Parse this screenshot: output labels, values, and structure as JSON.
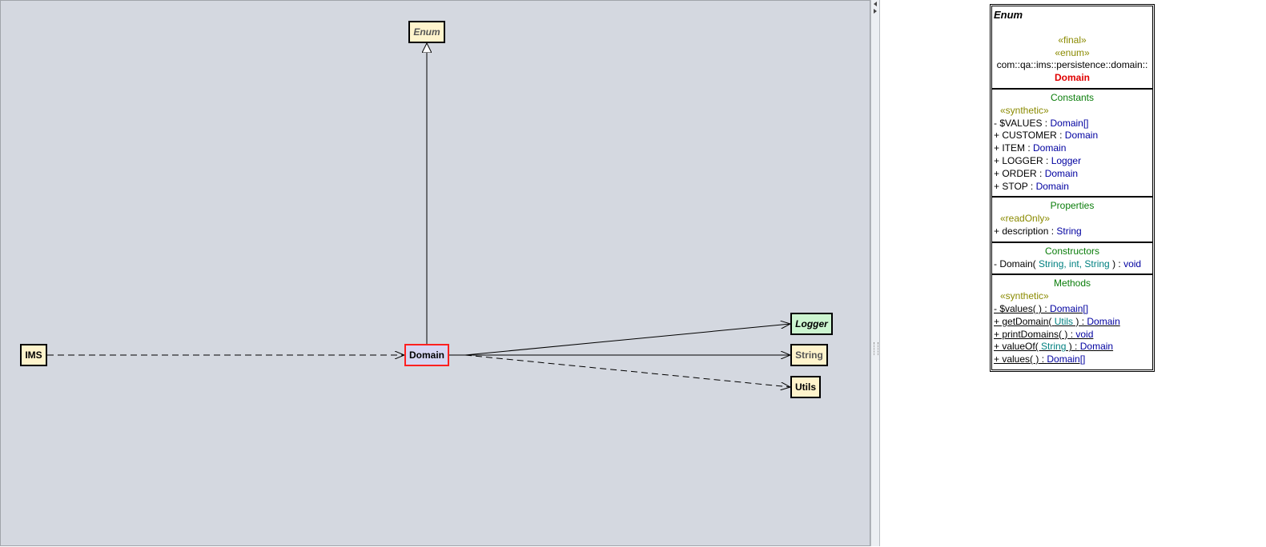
{
  "diagram": {
    "nodes": {
      "enum": "Enum",
      "ims": "IMS",
      "domain": "Domain",
      "logger": "Logger",
      "string": "String",
      "utils": "Utils"
    }
  },
  "details": {
    "title": "Enum",
    "stereotypes": [
      "«final»",
      "«enum»"
    ],
    "qualified_prefix": "com::qa::ims::persistence::domain::",
    "class_name": "Domain",
    "constants": {
      "heading": "Constants",
      "stereotype": "«synthetic»",
      "rows": [
        {
          "sig": "- $VALUES : ",
          "type": "Domain[]"
        },
        {
          "sig": "+ CUSTOMER : ",
          "type": "Domain"
        },
        {
          "sig": "+ ITEM : ",
          "type": "Domain"
        },
        {
          "sig": "+ LOGGER : ",
          "type": "Logger"
        },
        {
          "sig": "+ ORDER : ",
          "type": "Domain"
        },
        {
          "sig": "+ STOP : ",
          "type": "Domain"
        }
      ]
    },
    "properties": {
      "heading": "Properties",
      "stereotype": "«readOnly»",
      "rows": [
        {
          "sig": "+ description : ",
          "type": "String"
        }
      ]
    },
    "constructors": {
      "heading": "Constructors",
      "row": {
        "pre": "- Domain( ",
        "params": "String, int, String",
        "post": " ) : ",
        "type": "void"
      }
    },
    "methods": {
      "heading": "Methods",
      "stereotype": "«synthetic»",
      "rows": [
        {
          "pre": "- $values( ) : ",
          "params": "",
          "post": "",
          "type": "Domain[]"
        },
        {
          "pre": "+ getDomain( ",
          "params": "Utils",
          "post": " ) : ",
          "type": "Domain"
        },
        {
          "pre": "+ printDomains( ) : ",
          "params": "",
          "post": "",
          "type": "void"
        },
        {
          "pre": "+ valueOf( ",
          "params": "String",
          "post": " ) : ",
          "type": "Domain"
        },
        {
          "pre": "+ values( ) : ",
          "params": "",
          "post": "",
          "type": "Domain[]"
        }
      ]
    }
  }
}
